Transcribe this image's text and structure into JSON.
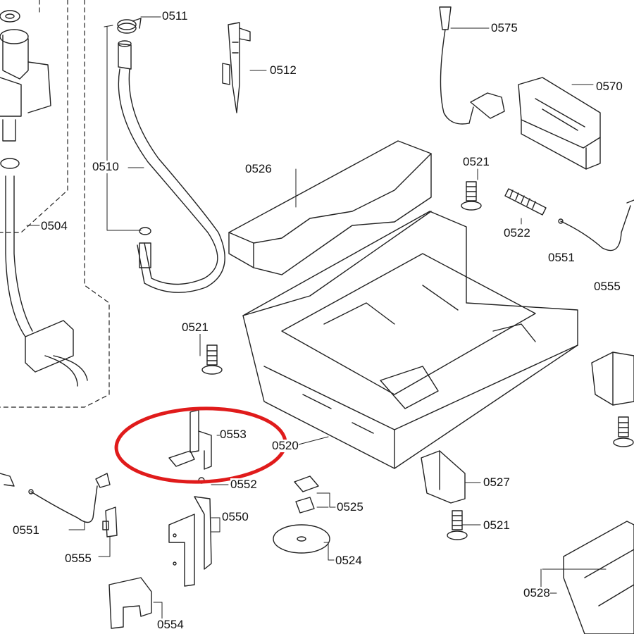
{
  "diagram": {
    "parts": [
      {
        "id": "p0511",
        "number": "0511"
      },
      {
        "id": "p0575",
        "number": "0575"
      },
      {
        "id": "p0512",
        "number": "0512"
      },
      {
        "id": "p0570",
        "number": "0570"
      },
      {
        "id": "p0526",
        "number": "0526"
      },
      {
        "id": "p0510",
        "number": "0510"
      },
      {
        "id": "p0521a",
        "number": "0521"
      },
      {
        "id": "p0504",
        "number": "0504"
      },
      {
        "id": "p0522",
        "number": "0522"
      },
      {
        "id": "p0551a",
        "number": "0551"
      },
      {
        "id": "p0555a",
        "number": "0555"
      },
      {
        "id": "p0521b",
        "number": "0521"
      },
      {
        "id": "p0553",
        "number": "0553"
      },
      {
        "id": "p0520",
        "number": "0520"
      },
      {
        "id": "p0552",
        "number": "0552"
      },
      {
        "id": "p0527",
        "number": "0527"
      },
      {
        "id": "p0525",
        "number": "0525"
      },
      {
        "id": "p0550",
        "number": "0550"
      },
      {
        "id": "p0551b",
        "number": "0551"
      },
      {
        "id": "p0521c",
        "number": "0521"
      },
      {
        "id": "p0555b",
        "number": "0555"
      },
      {
        "id": "p0524",
        "number": "0524"
      },
      {
        "id": "p0528",
        "number": "0528"
      },
      {
        "id": "p0554",
        "number": "0554"
      }
    ],
    "highlight_color": "#e01b1b",
    "line_color": "#222222"
  }
}
